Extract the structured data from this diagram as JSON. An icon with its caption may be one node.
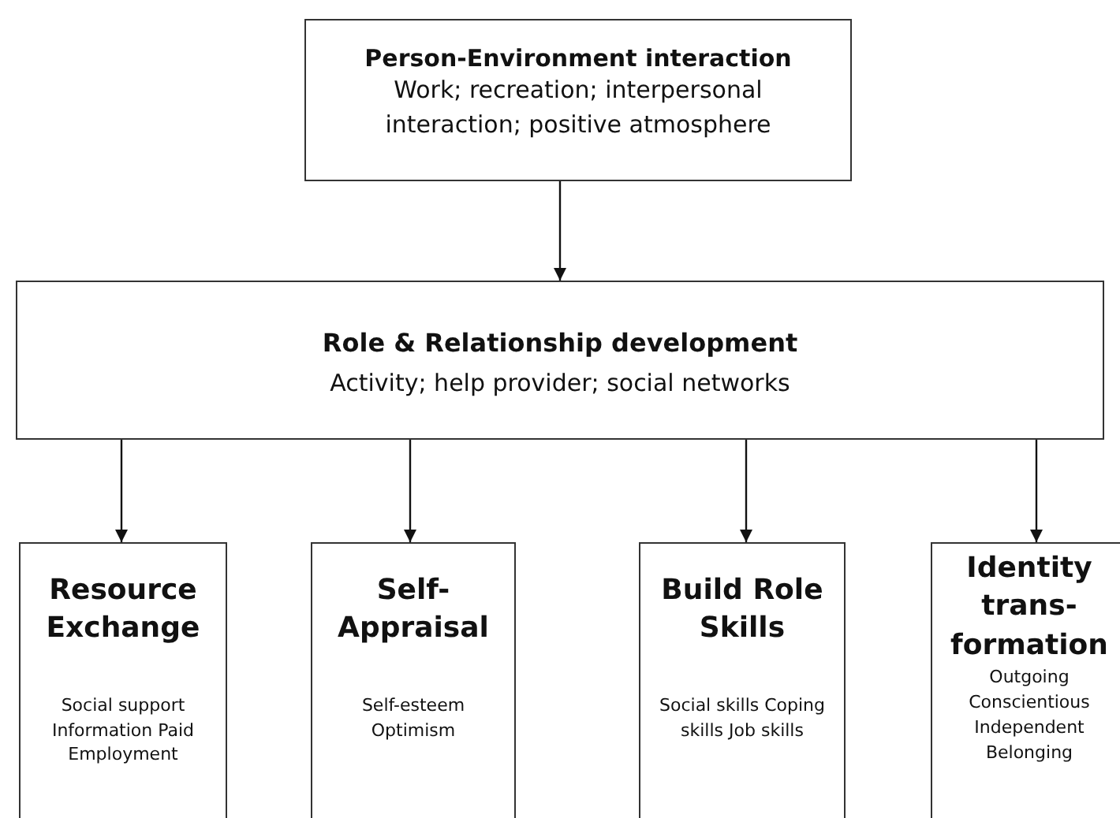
{
  "diagram": {
    "nodes": [
      {
        "text": [
          "Person-Environment interaction",
          "Work; recreation; interpersonal interaction; positive atmosphere"
        ]
      },
      {
        "text": [
          "Role & Relationship development",
          "Activity; help provider; social networks"
        ]
      },
      {
        "text": [
          "Resource Exchange",
          "Social support Information Paid Employment"
        ]
      },
      {
        "text": [
          "Self-Appraisal",
          "Self-esteem Optimism"
        ]
      },
      {
        "text": [
          "Build Role Skills",
          "Social skills Coping skills Job skills"
        ]
      },
      {
        "text": [
          "Identity trans-formation",
          "Outgoing Conscientious Independent Belonging"
        ]
      }
    ],
    "edges": [
      {
        "from": 0,
        "to": 1,
        "arrow": "to"
      },
      {
        "from": 1,
        "to": 2,
        "arrow": "to"
      },
      {
        "from": 1,
        "to": 3,
        "arrow": "to"
      },
      {
        "from": 1,
        "to": 4,
        "arrow": "to"
      },
      {
        "from": 1,
        "to": 5,
        "arrow": "to"
      }
    ]
  }
}
